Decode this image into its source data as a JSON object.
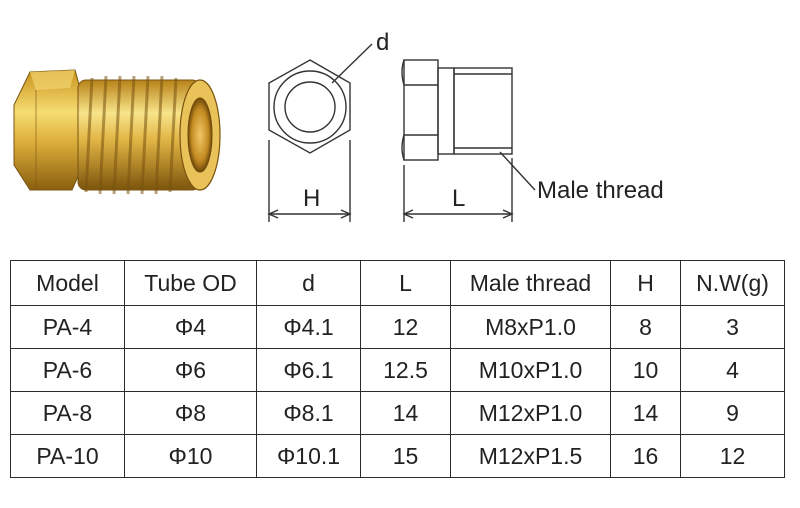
{
  "diagram": {
    "labels": {
      "d": "d",
      "H": "H",
      "L": "L",
      "male_thread": "Male thread"
    },
    "colors": {
      "brass_light": "#f4d86a",
      "brass_mid": "#d4a52c",
      "brass_dark": "#8a5f0f",
      "line": "#333333"
    }
  },
  "table": {
    "headers": [
      "Model",
      "Tube OD",
      "d",
      "L",
      "Male thread",
      "H",
      "N.W(g)"
    ],
    "rows": [
      [
        "PA-4",
        "Φ4",
        "Φ4.1",
        "12",
        "M8xP1.0",
        "8",
        "3"
      ],
      [
        "PA-6",
        "Φ6",
        "Φ6.1",
        "12.5",
        "M10xP1.0",
        "10",
        "4"
      ],
      [
        "PA-8",
        "Φ8",
        "Φ8.1",
        "14",
        "M12xP1.0",
        "14",
        "9"
      ],
      [
        "PA-10",
        "Φ10",
        "Φ10.1",
        "15",
        "M12xP1.5",
        "16",
        "12"
      ]
    ]
  }
}
